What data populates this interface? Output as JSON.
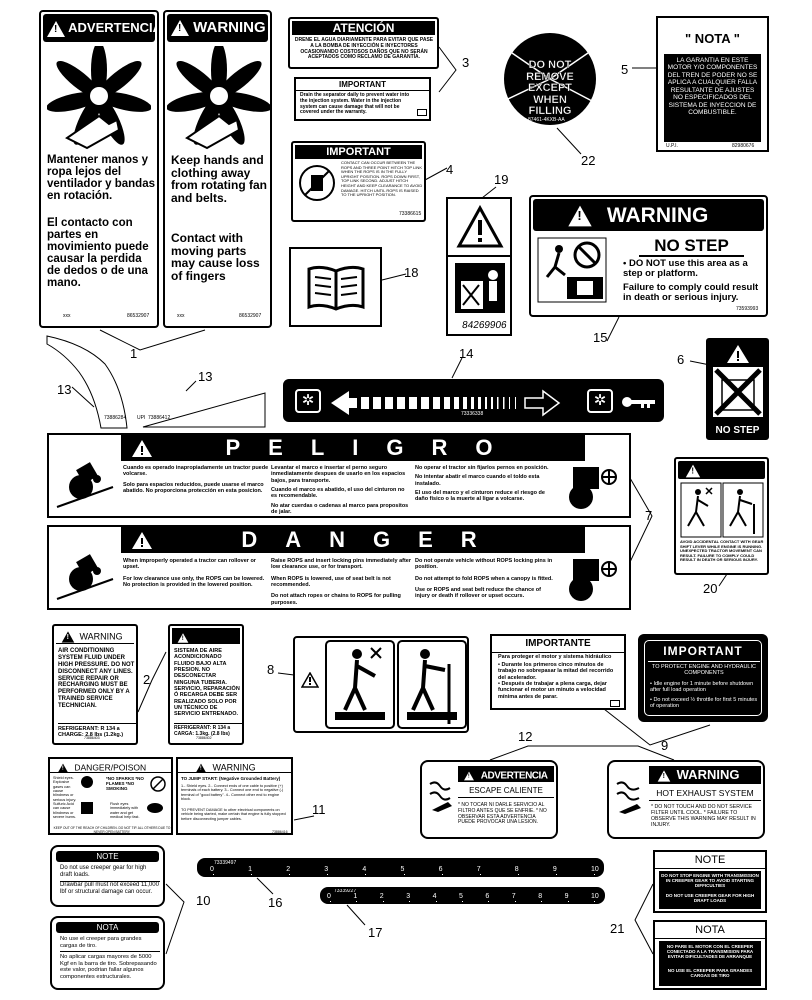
{
  "decal1": {
    "left_header": "ADVERTENCIA",
    "right_header": "WARNING",
    "left_text_1": "Mantener manos y ropa lejos del ventilador y bandas en rotación.",
    "left_text_2": "El contacto con partes en movimiento puede causar la perdida de dedos o de una mano.",
    "right_text_1": "Keep hands and clothing away from rotating fan and belts.",
    "right_text_2": "Contact with moving parts may cause loss of fingers",
    "left_code_a": "xxx",
    "left_code_b": "86532907",
    "right_code_a": "xxx",
    "right_code_b": "86532907"
  },
  "decal3": {
    "header": "ATENCIÓN",
    "text_es": "DRENE EL AGUA DIARIAMENTE PARA EVITAR QUE PASE A LA BOMBA DE INYECCIÓN E INYECTORES OCASIONANDO COSTOSOS DAÑOS QUE NO SERÁN ACEPTADOS COMO RECLAMO DE GARANTÍA.",
    "header_en": "IMPORTANT",
    "text_en": "Drain the separator daily to prevent water into the injection system. Water in the injection system can cause damage that will not be covered under the warranty."
  },
  "decal4": {
    "header": "IMPORTANT",
    "text": "CONTACT CAN OCCUR BETWEEN THE ROPS AND THREE POINT HITCH TOP LINK WHEN THE ROPS IS IN THE FULLY UPRIGHT POSITION. ROPS DOWN FIRST, TOP LINK SECOND. ADJUST HITCH HEIGHT AND KEEP CLEARANCE TO AVOID DAMAGE. HITCH UNTIL ROPS IS RAISED TO THE UPRIGHT POSITION.",
    "code": "73386615"
  },
  "decal5": {
    "header": "\" NOTA \"",
    "text": "LA GARANTIA EN ESTE MOTOR Y/O COMPONENTES DEL TREN DE PODER NO SE APLICA A CUALQUIER FALLA RESULTANTE DE AJUSTES NO ESPECIFICADOS DEL SISTEMA DE INYECCION DE COMBUSTIBLE.",
    "code_a": "U.P.I.",
    "code_b": "82980676"
  },
  "decal22": {
    "text": "DO NOT REMOVE EXCEPT WHEN FILLING",
    "code": "87461-4KXB-AA"
  },
  "decal19": {
    "code": "84269906"
  },
  "decal15": {
    "header": "WARNING",
    "subheader": "NO STEP",
    "bullet": "• DO NOT use this area as a step or platform.",
    "consequence": "Failure to comply could result in death or serious injury.",
    "code": "73593993"
  },
  "decal6": {
    "label": "NO STEP"
  },
  "decal13": {
    "code_a": "73886284",
    "code_b1": "UPI",
    "code_b2": "73886412"
  },
  "decal14": {
    "code": "73336338"
  },
  "decal7": {
    "header_es": "PELIGRO",
    "header_en": "DANGER",
    "es_col1": [
      "Cuando es operado inapropiadamente un tractor puede volcarse.",
      "Solo para espacios reducidos, puede usarse el marco abatido. No proporciona protección en esta posicion."
    ],
    "es_col2": [
      "Levantar el marco e insertar el perno seguro inmediatamente despues de usarlo en los espacios bajos, para transporte.",
      "Cuando el marco es abatido, el uso del cinturon no es recomendable.",
      "No atar cuerdas o cadenas al marco para propositos de jalar."
    ],
    "es_col3": [
      "No operar el tractor sin fijarlos pernos en posición.",
      "No intentar abatir el marco cuando el toldo esta instalado.",
      "El uso del marco y el cinturon reduce el riesgo de daño físico o la muerte al ligar a volcarse."
    ],
    "en_col1": [
      "When improperly operated a tractor can rollover or upset.",
      "For low clearance use only, the ROPS can be lowered. No protection is provided in the lowered position."
    ],
    "en_col2": [
      "Raise ROPS and insert locking pins immediately after low clearance use, or for transport.",
      "When ROPS is lowered, use of seat belt is not recommended.",
      "Do not attach ropes or chains to ROPS for pulling purposes."
    ],
    "en_col3": [
      "Do not operate vehicle without ROPS locking pins in position.",
      "Do not attempt to fold ROPS when a canopy is fitted.",
      "Use or ROPS and seat belt reduce the chance of injury or death if rollover or upset occurs."
    ]
  },
  "decal20": {
    "header": "WARNING",
    "text": "AVOID ACCIDENTAL CONTACT WITH GEAR SHIFT LEVER WHILE ENGINE IS RUNNING. UNEXPECTED TRACTOR MOVEMENT CAN RESULT. FAILURE TO COMPLY COULD RESULT IN DEATH OR SERIOUS INJURY."
  },
  "decal2": {
    "en_header": "WARNING",
    "en_text": "AIR CONDITIONING SYSTEM FLUID UNDER HIGH PRESSURE. DO NOT DISCONNECT ANY LINES. SERVICE REPAIR OR RECHARGING MUST BE PERFORMED ONLY BY A TRAINED SERVICE TECHNICIAN.",
    "en_refrig": "REFRIGERANT: R 134 a CHARGE: 2.8 lbs (1.2kg.)",
    "en_code": "73886403",
    "es_header": "ADVERTENCIA",
    "es_text": "SISTEMA DE AIRE ACONDICIONADO FLUIDO BAJO ALTA PRESION. NO DESCONECTAR NINGUNA TUBERIA. SERVICIO, REPARACIÓN Ó RECARGA DEBE SER REALIZADO SOLO POR UN TÉCNICO DE SERVICIO ENTRENADO.",
    "es_refrig": "REFRIGERANT: R 134 a CARGA: 1.3kg. (2.8 lbs)",
    "es_code": "73886402"
  },
  "decal9": {
    "es_header": "IMPORTANTE",
    "es_lead": "Para proteger el motor y sistema hidráulico",
    "es_bullet_1": "• Durante los primeros cinco minutos de trabajo no sobrepasar la mitad del recorrido del acelerador.",
    "es_bullet_2": "• Después de trabajar a plena carga, dejar funcionar el motor un minuto a velocidad mínima antes de parar.",
    "en_header": "IMPORTANT",
    "en_lead": "TO PROTECT ENGINE AND HYDRAULIC COMPONENTS",
    "en_bullet_1": "• Idle engine for 1 minute before shutdown after full load operation",
    "en_bullet_2": "• Do not exceed ½ throttle for first 5 minutes of operation"
  },
  "decal11": {
    "left_header": "DANGER/POISON",
    "left_text": "Shield eyes. Explosive gases can cause blindness or serious injury.",
    "left_text_2": "Sulfuric Acid can cause blindness or severe burns.",
    "left_symbols": "*NO SPARKS *NO FLAMES *NO SMOKING",
    "left_flush": "Flush eyes immediately with water and get medical help fast.",
    "left_footer": "KEEP OUT OF THE REACH OF CHILDREN. DO NOT TIP. ALL OTHERS DUE TO NEVER OPEN BATTERY.",
    "right_header": "WARNING",
    "right_title": "TO JUMP START: (Negative Grounded Battery)",
    "right_steps": "1.- Shield eyes. 2.- Connect ends of one cable to positive (+) terminals of each battery. 3.- Connect one end to negative (-) terminal of \"good battery\". 4.- Connect other end to engine block.",
    "right_prevent": "TO PREVENT DAMAGE to other electrical components on vehicle being started, make certain that engine is fully stopped before disconnecting jumper cables.",
    "right_code": "73886416"
  },
  "decal12": {
    "es_header": "ADVERTENCIA",
    "es_sub": "ESCAPE CALIENTE",
    "es_text": "* NO TOCAR NI DARLE SERVICIO AL FILTRO ANTES QUE SE ENFRIE. * NO OBSERVAR ESTA ADVERTENCIA PUEDE PROVOCAR UNA LESION.",
    "en_header": "WARNING",
    "en_sub": "HOT EXHAUST SYSTEM",
    "en_text": "* DO NOT TOUCH AND DO NOT SERVICE FILTER UNTIL COOL. * FAILURE TO OBSERVE THIS WARNING MAY RESULT IN INJURY."
  },
  "decal10": {
    "en_header": "NOTE",
    "en_text_1": "Do not use creeper gear for high draft loads.",
    "en_text_2": "Drawbar pull must not exceed 11,000 lbf or structural damage can occur.",
    "es_header": "NOTA",
    "es_text_1": "No use el creeper para grandes cargas de tiro.",
    "es_text_2": "No aplicar cargas mayores de 5000 Kgf en la barra de tiro. Sobrepasando este valor, podrian fallar algunos componentes estructurales."
  },
  "decal16": {
    "code": "73339497",
    "ticks": [
      "0",
      "1",
      "2",
      "3",
      "4",
      "5",
      "6",
      "7",
      "8",
      "9",
      "10"
    ]
  },
  "decal17": {
    "code": "73339227",
    "ticks": [
      "0",
      "1",
      "2",
      "3",
      "4",
      "5",
      "6",
      "7",
      "8",
      "9",
      "10"
    ]
  },
  "decal21": {
    "en_header": "NOTE",
    "en_text_1": "DO NOT STOP ENGINE WITH TRANSMISSION IN CREEPER GEAR TO AVOID STARTING DIFFICULTIES",
    "en_text_2": "DO NOT USE CREEPER GEAR FOR HIGH DRAFT LOADS",
    "es_header": "NOTA",
    "es_text_1": "NO PARE EL MOTOR CON EL CREEPER CONECTADO A LA TRANSMISION PARA EVITAR DIFICULTADES DE ARRANQUE",
    "es_text_2": "NO USE EL CREEPER PARA GRANDES CARGAS DE TIRO"
  },
  "callouts": {
    "c1": "1",
    "c2": "2",
    "c3": "3",
    "c4": "4",
    "c5": "5",
    "c6": "6",
    "c7": "7",
    "c8": "8",
    "c9": "9",
    "c10": "10",
    "c11": "11",
    "c12": "12",
    "c13a": "13",
    "c13b": "13",
    "c14": "14",
    "c15": "15",
    "c16": "16",
    "c17": "17",
    "c18": "18",
    "c19": "19",
    "c20": "20",
    "c21": "21",
    "c22": "22"
  }
}
